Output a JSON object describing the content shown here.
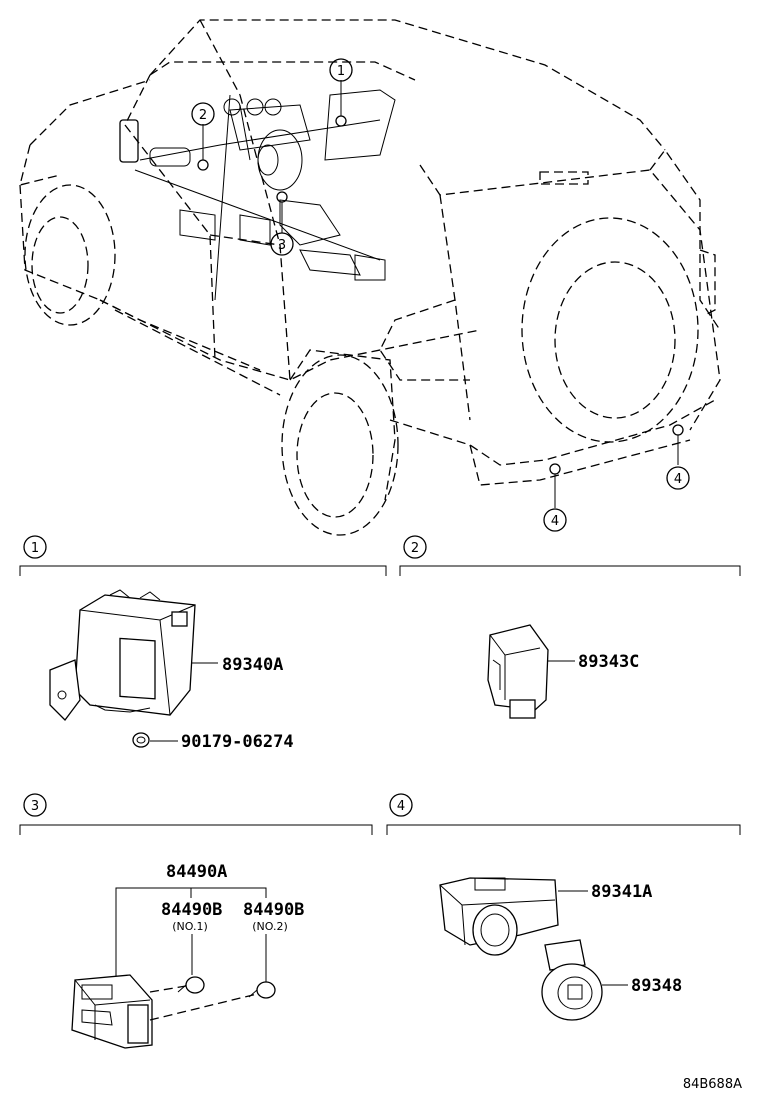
{
  "callouts": {
    "c1": "1",
    "c2": "2",
    "c3": "3",
    "c4": "4"
  },
  "sections": [
    {
      "number": "1",
      "parts": [
        "89340A",
        "90179-06274"
      ]
    },
    {
      "number": "2",
      "parts": [
        "89343C"
      ]
    },
    {
      "number": "3",
      "parts": [
        "84490A",
        "84490B",
        "84490B"
      ],
      "notes": [
        "(NO.1)",
        "(NO.2)"
      ]
    },
    {
      "number": "4",
      "parts": [
        "89341A",
        "89348"
      ]
    }
  ],
  "reference_code": "84B688A"
}
